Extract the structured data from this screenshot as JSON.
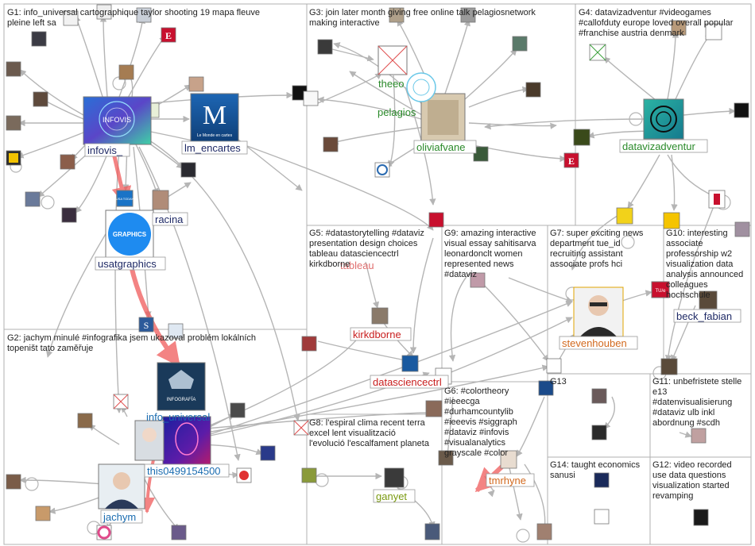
{
  "colors": {
    "edge": "#b5b5b5",
    "edge_strong": "#f05a5a",
    "box": "#b0b0b0",
    "label_navy": "#1f2a66",
    "label_green": "#2a8a2a",
    "label_red": "#c81e1e",
    "label_blue": "#1a6cb0",
    "label_orange": "#d2691e",
    "label_olive": "#7a9a10",
    "label_pink": "#e07070",
    "label_gray": "#555555"
  },
  "groups": [
    {
      "id": "g1",
      "lines": [
        "G1: info_universal cartographique taylor shooting 19 mapa fleuve",
        "pleine left sa"
      ]
    },
    {
      "id": "g2",
      "lines": [
        "G2: jachym minulé #infografika jsem ukazoval problém lokálních",
        "topeništ tato zaměřuje"
      ]
    },
    {
      "id": "g3",
      "lines": [
        "G3: join later month giving free online talk pelagiosnetwork",
        "making interactive"
      ]
    },
    {
      "id": "g4",
      "lines": [
        "G4: datavizadventur #videogames",
        "#callofduty europe loved overall popular",
        "#franchise austria denmark"
      ]
    },
    {
      "id": "g5",
      "lines": [
        "G5: #datastorytelling #dataviz",
        "presentation design choices",
        "tableau datasciencectrl",
        "kirkdborne"
      ]
    },
    {
      "id": "g6",
      "lines": [
        "G6: #colortheory",
        "#ieeecga",
        "#durhamcountylib",
        "#ieeevis #siggraph",
        "#dataviz #infovis",
        "#visualanalytics",
        "grayscale #color"
      ]
    },
    {
      "id": "g7",
      "lines": [
        "G7: super exciting news",
        "department tue_id",
        "recruiting assistant",
        "associate profs hci"
      ]
    },
    {
      "id": "g8",
      "lines": [
        "G8: l'espiral clima recent terra",
        "excel lent visualització",
        "l'evolució l'escalfament planeta"
      ]
    },
    {
      "id": "g9",
      "lines": [
        "G9: amazing interactive",
        "visual essay sahitisarva",
        "leonardonclt women",
        "represented news",
        "#dataviz"
      ]
    },
    {
      "id": "g10",
      "lines": [
        "G10: interesting",
        "associate",
        "professorship w2",
        "visualization data",
        "analysis announced",
        "colleagues",
        "hochschule"
      ]
    },
    {
      "id": "g11",
      "lines": [
        "G11: unbefristete stelle",
        "e13",
        "#datenvisualisierung",
        "#dataviz ulb inkl",
        "abordnung #scdh"
      ]
    },
    {
      "id": "g12",
      "lines": [
        "G12: video recorded",
        "use data questions",
        "visualization started",
        "revamping"
      ]
    },
    {
      "id": "g13",
      "lines": [
        "G13"
      ]
    },
    {
      "id": "g14",
      "lines": [
        "G14: taught economics",
        "sanusi"
      ]
    }
  ],
  "node_labels": {
    "infovis": "infovis_",
    "lm_encartes": "lm_encartes",
    "racina": "racina",
    "usatgraphics": "usatgraphics",
    "info_universal": "info_universal",
    "this0499154500": "this0499154500",
    "jachym": "jachym",
    "theeo": "theeo",
    "pelagios": "pelagios",
    "oliviafvane": "oliviafvane",
    "datavizadventur": "datavizadventur",
    "tableau": "tableau",
    "kirkdborne": "kirkdborne",
    "datasciencectrl": "datasciencectrl",
    "stevenhouben": "stevenhouben",
    "beck_fabian": "beck_fabian",
    "ganyet": "ganyet",
    "tmrhyne": "tmrhyne"
  },
  "avatar_text": {
    "infovis": "INFOVIS",
    "lm_encartes_glyph": "M",
    "lm_encartes_caption": "Le Monde en cartes",
    "usatgraphics": "GRAPHICS",
    "info_universal": "INFOGRAFÍA",
    "usa_today": "USA TODAY",
    "tue": "TU/e"
  }
}
